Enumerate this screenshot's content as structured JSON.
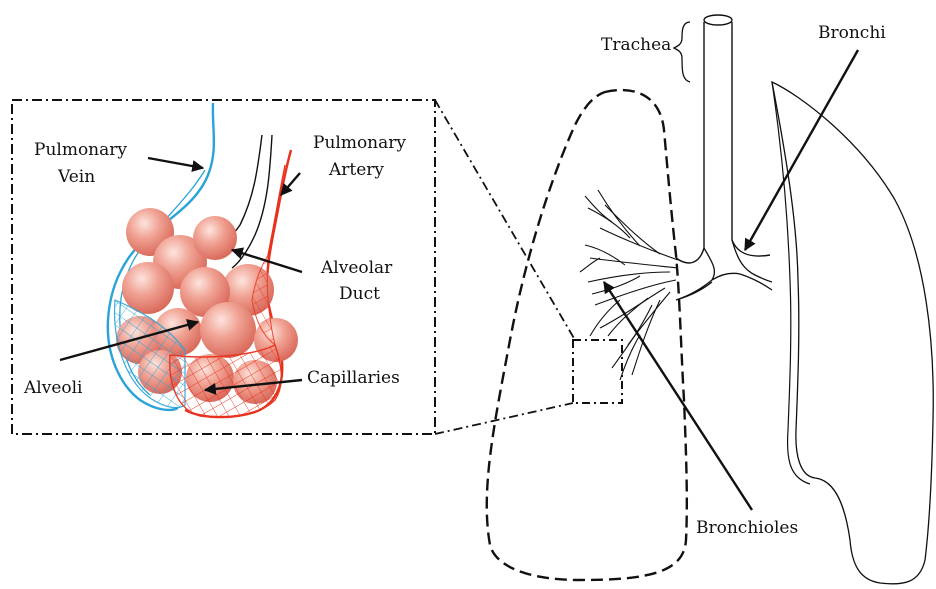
{
  "labels": {
    "pulmonary_vein_line1": "Pulmonary",
    "pulmonary_vein_line2": "Vein",
    "pulmonary_artery_line1": "Pulmonary",
    "pulmonary_artery_line2": "Artery",
    "alveolar_duct_line1": "Alveolar",
    "alveolar_duct_line2": "Duct",
    "alveoli": "Alveoli",
    "capillaries": "Capillaries",
    "trachea": "Trachea",
    "bronchi": "Bronchi",
    "bronchioles": "Bronchioles"
  },
  "colors": {
    "vein": "#29a3d8",
    "artery": "#e8321e",
    "alveolus": "#e9877a",
    "alveolus_highlight": "#fbd9d2",
    "line": "#111111"
  }
}
